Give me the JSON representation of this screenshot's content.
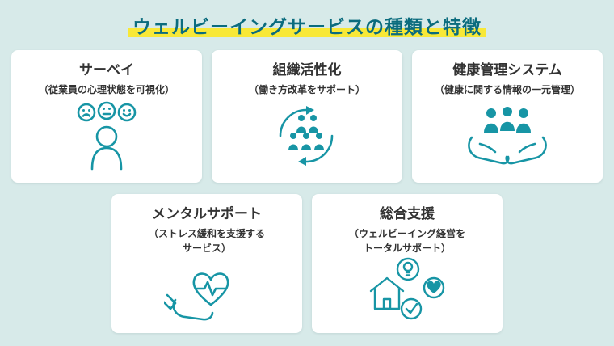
{
  "page": {
    "title": "ウェルビーイングサービスの種類と特徴"
  },
  "colors": {
    "bg": "#d7eae9",
    "accent": "#1795a5",
    "title": "#0b6c7e",
    "highlight": "#f8e837",
    "text": "#333333",
    "card": "#ffffff"
  },
  "cards": [
    {
      "title": "サーベイ",
      "subtitle": "（従業員の心理状態を可視化）",
      "icon": "survey-faces-person-icon"
    },
    {
      "title": "組織活性化",
      "subtitle": "（働き方改革をサポート）",
      "icon": "people-cycle-arrows-icon"
    },
    {
      "title": "健康管理システム",
      "subtitle": "（健康に関する情報の一元管理）",
      "icon": "hands-holding-people-icon"
    },
    {
      "title": "メンタルサポート",
      "subtitle": "（ストレス緩和を支援する\nサービス）",
      "icon": "hand-heart-pulse-icon"
    },
    {
      "title": "総合支援",
      "subtitle": "（ウェルビーイング経営を\nトータルサポート）",
      "icon": "house-bulb-heart-check-icon"
    }
  ]
}
